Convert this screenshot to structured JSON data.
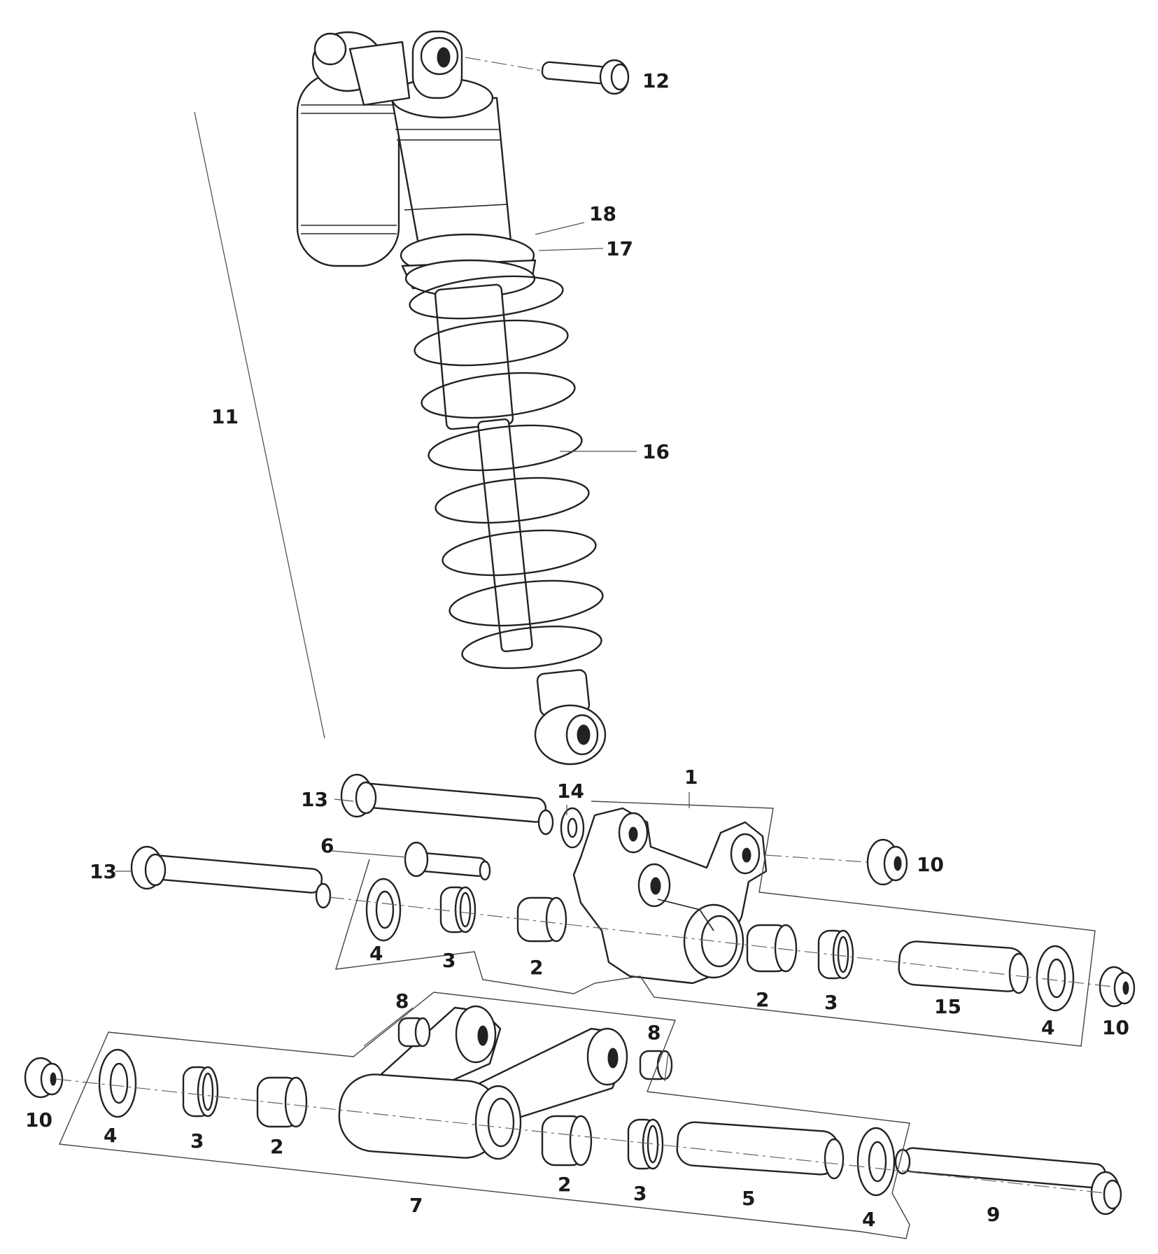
{
  "callouts": {
    "c1": "1",
    "c2a": "2",
    "c2b": "2",
    "c2c": "2",
    "c2d": "2",
    "c3a": "3",
    "c3b": "3",
    "c3c": "3",
    "c3d": "3",
    "c4a": "4",
    "c4b": "4",
    "c4c": "4",
    "c4d": "4",
    "c5": "5",
    "c6": "6",
    "c7": "7",
    "c8a": "8",
    "c8b": "8",
    "c9": "9",
    "c10a": "10",
    "c10b": "10",
    "c10c": "10",
    "c11": "11",
    "c12": "12",
    "c13a": "13",
    "c13b": "13",
    "c14": "14",
    "c15": "15",
    "c16": "16",
    "c17": "17",
    "c18": "18"
  }
}
